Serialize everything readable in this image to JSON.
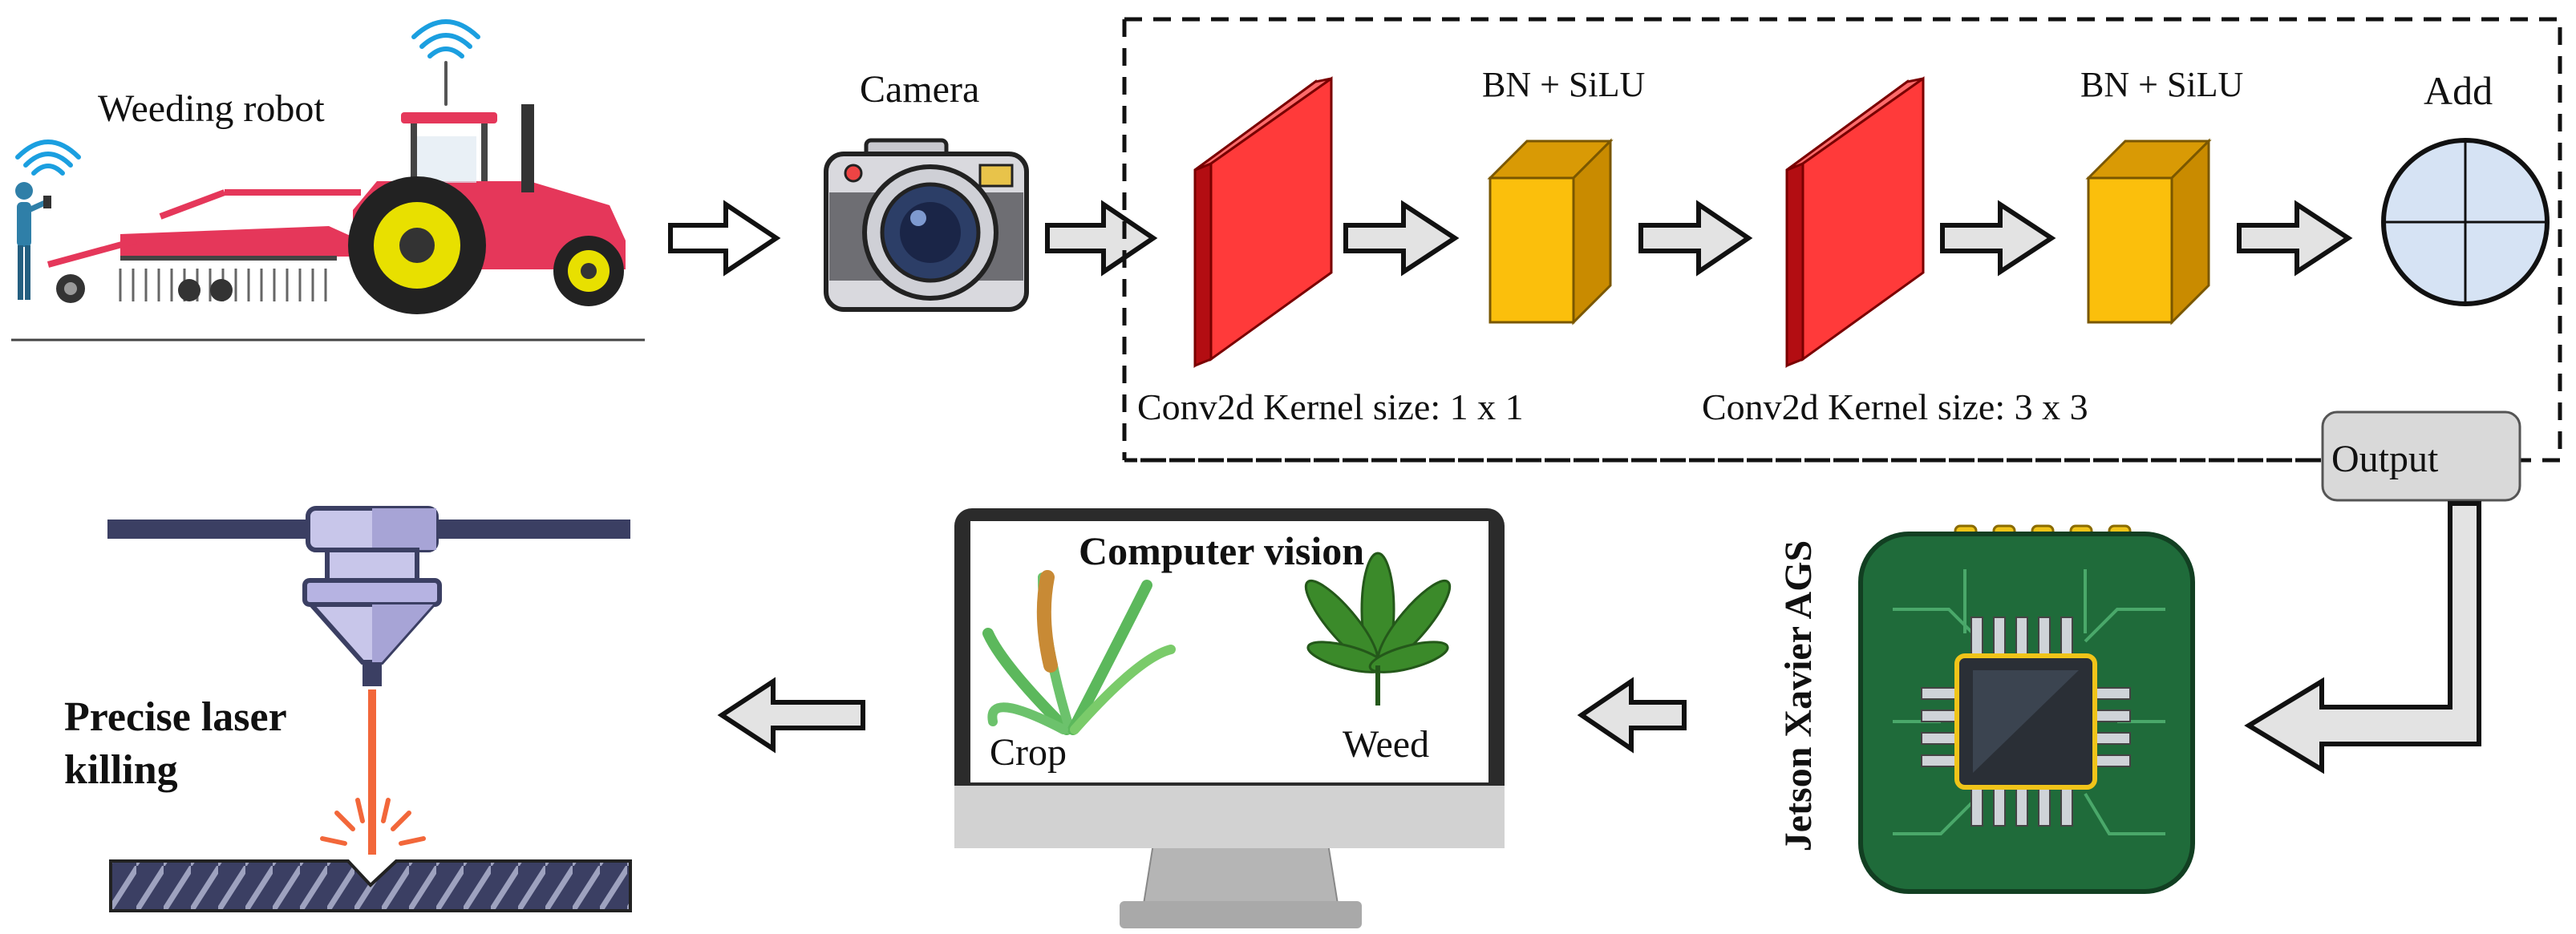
{
  "labels": {
    "weeding_robot": "Weeding robot",
    "camera": "Camera",
    "bn_silu_1": "BN + SiLU",
    "bn_silu_2": "BN + SiLU",
    "add": "Add",
    "conv_1x1": "Conv2d Kernel size: 1 x 1",
    "conv_3x3": "Conv2d Kernel size: 3 x 3",
    "output": "Output",
    "computer_vision": "Computer vision",
    "crop": "Crop",
    "weed": "Weed",
    "jetson": "Jetson Xavier AGS",
    "laser": "Precise laser killing"
  },
  "colors": {
    "conv_block": "#e8151b",
    "bn_block": "#fbbf0c",
    "add_node": "#d6e3f4",
    "output_box": "#d9d9d9",
    "tractor": "#e5375a",
    "pcb": "#1f6b3a",
    "laser_beam": "#f2673a"
  }
}
